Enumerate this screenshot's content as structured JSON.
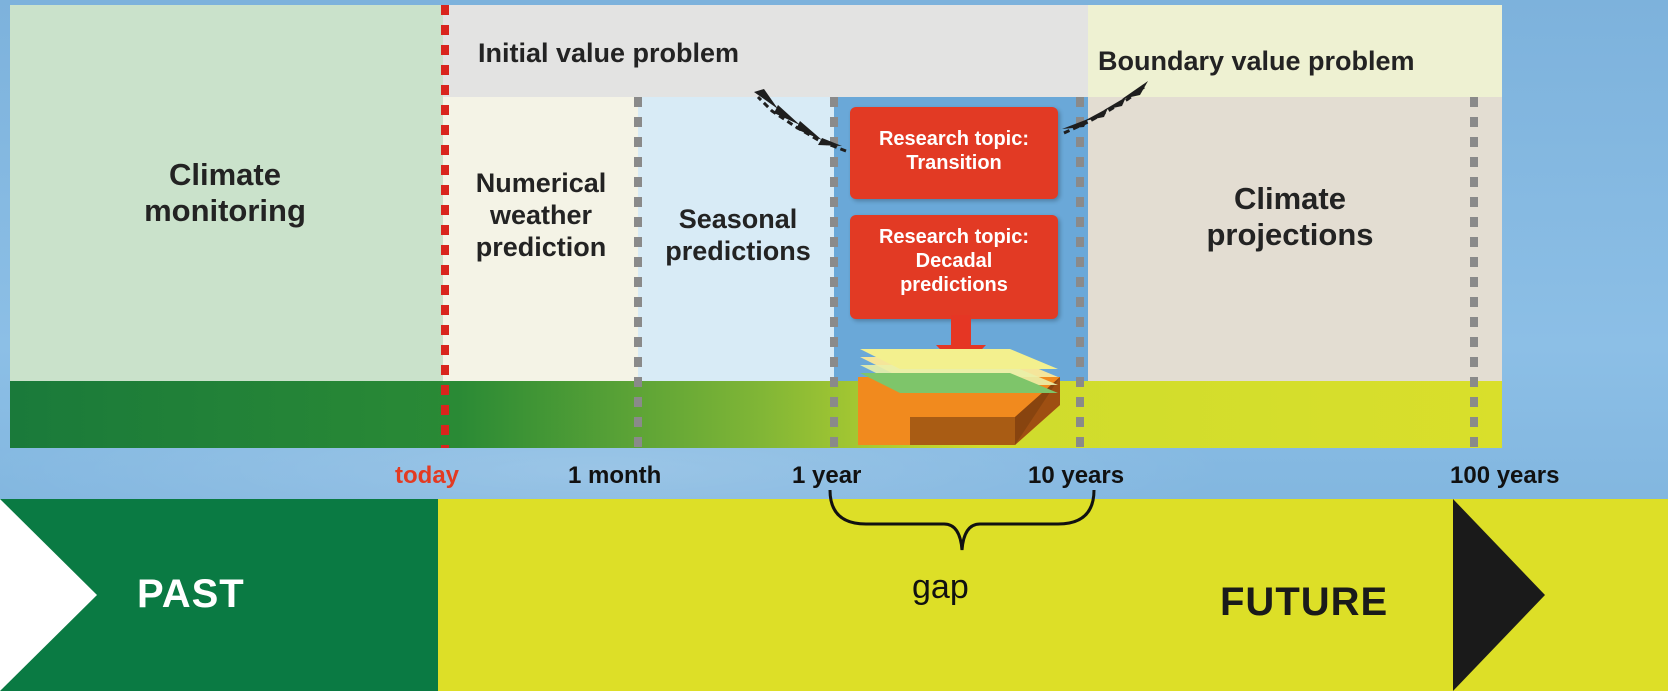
{
  "regions": {
    "climate_monitoring": [
      "Climate",
      "monitoring"
    ],
    "initial_value_problem": "Initial value problem",
    "boundary_value_problem": "Boundary value problem",
    "numerical_weather_prediction": [
      "Numerical",
      "weather",
      "prediction"
    ],
    "seasonal_predictions": [
      "Seasonal",
      "predictions"
    ],
    "climate_projections": [
      "Climate",
      "projections"
    ]
  },
  "research_topics": {
    "transition": [
      "Research topic:",
      "Transition"
    ],
    "decadal": [
      "Research topic:",
      "Decadal",
      "predictions"
    ]
  },
  "timeline": {
    "today": "today",
    "one_month": "1 month",
    "one_year": "1 year",
    "ten_years": "10 years",
    "hundred_years": "100 years"
  },
  "gap_label": "gap",
  "bar": {
    "past": "PAST",
    "future": "FUTURE"
  },
  "colors": {
    "today_marker": "#d9251d",
    "research_box": "#e23a24",
    "past": "#0a7a43",
    "future": "#dddf27"
  }
}
